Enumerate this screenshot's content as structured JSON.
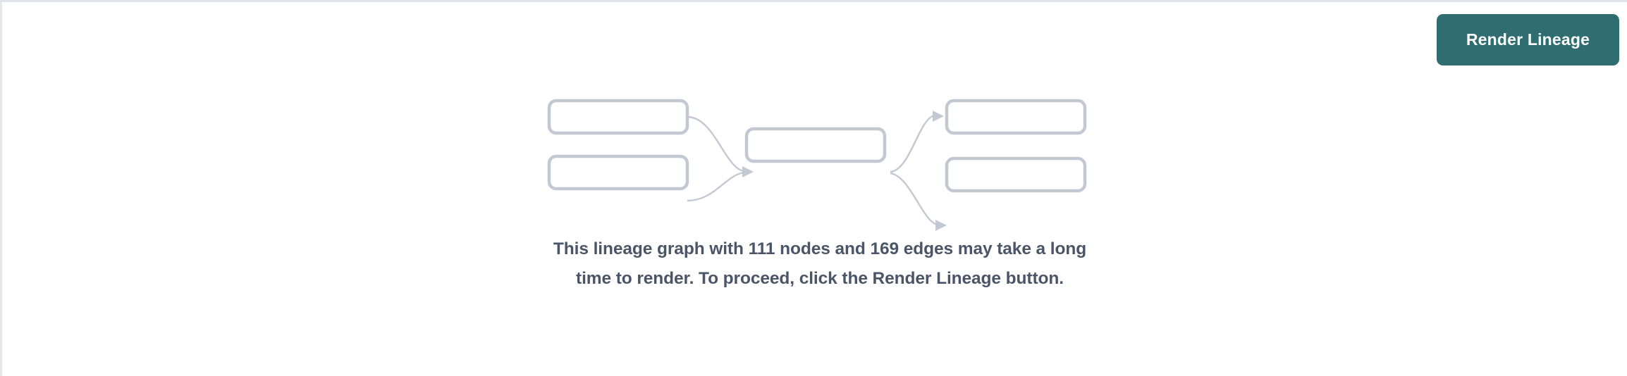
{
  "page": {
    "background_color": "#ffffff",
    "border_color": "#e2e4e9"
  },
  "toolbar": {
    "render_button_label": "Render Lineage",
    "render_button_color": "#2f6d71",
    "render_button_text_color": "#ffffff"
  },
  "graph_placeholder": {
    "node_border_color": "#c3c9d2",
    "edge_color": "#c3c9d2",
    "node_count_shown": 5,
    "edge_count_shown": 4,
    "nodes": [
      {
        "id": "upstream-1",
        "label": ""
      },
      {
        "id": "upstream-2",
        "label": ""
      },
      {
        "id": "center",
        "label": ""
      },
      {
        "id": "downstream-1",
        "label": ""
      },
      {
        "id": "downstream-2",
        "label": ""
      }
    ]
  },
  "message": {
    "text": "This lineage graph with 111 nodes and 169 edges may take a long time to render. To proceed, click the Render Lineage button.",
    "node_count": 111,
    "edge_count": 169,
    "text_color": "#4a5568"
  }
}
